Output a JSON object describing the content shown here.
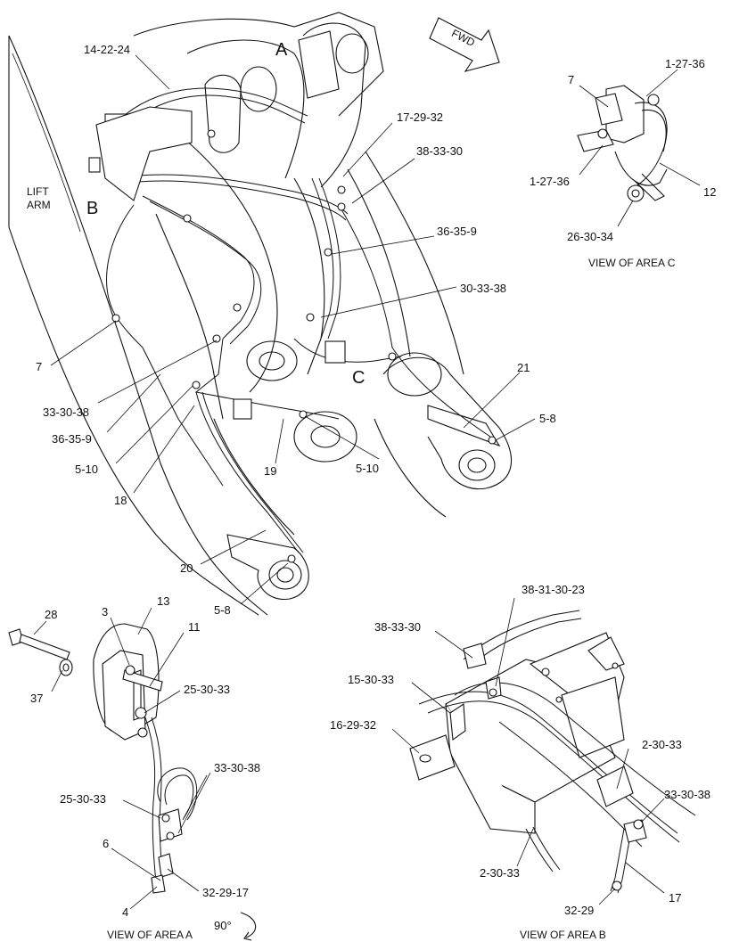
{
  "labels": {
    "lift_arm_1": "LIFT",
    "lift_arm_2": "ARM",
    "fwd": "FWD",
    "area_a": "A",
    "area_b": "B",
    "area_c": "C",
    "view_a": "VIEW OF AREA A",
    "view_b": "VIEW OF AREA B",
    "view_c": "VIEW OF AREA C",
    "rotation": "90°"
  },
  "callouts": {
    "c1": "14-22-24",
    "c2": "17-29-32",
    "c3": "38-33-30",
    "c4": "36-35-9",
    "c5": "30-33-38",
    "c6": "7",
    "c7": "33-30-38",
    "c8": "36-35-9",
    "c9": "5-10",
    "c10": "18",
    "c11": "19",
    "c12": "5-10",
    "c13": "21",
    "c14": "5-8",
    "c15": "20",
    "c16": "5-8",
    "c17": "7",
    "c18": "1-27-36",
    "c19": "1-27-36",
    "c20": "12",
    "c21": "26-30-34",
    "c22": "28",
    "c23": "3",
    "c24": "13",
    "c25": "11",
    "c26": "37",
    "c27": "25-30-33",
    "c28": "33-30-38",
    "c29": "25-30-33",
    "c30": "6",
    "c31": "4",
    "c32": "32-29-17",
    "c33": "38-31-30-23",
    "c34": "38-33-30",
    "c35": "15-30-33",
    "c36": "16-29-32",
    "c37": "2-30-33",
    "c38": "33-30-38",
    "c39": "2-30-33",
    "c40": "17",
    "c41": "32-29"
  }
}
